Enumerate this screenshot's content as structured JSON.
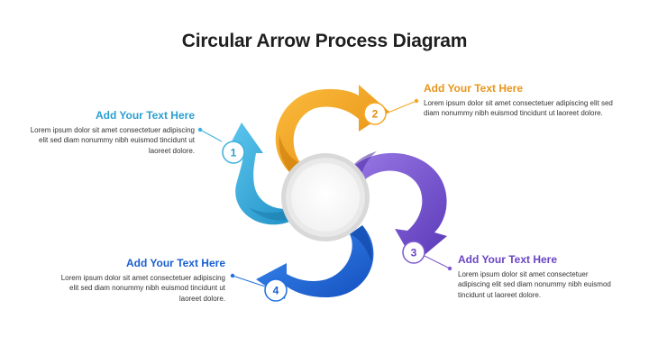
{
  "title": "Circular Arrow Process Diagram",
  "colors": {
    "step1": "#3ab0de",
    "step2": "#f6a623",
    "step3": "#7d5bd0",
    "step4": "#1f6fe0",
    "center_ring": "#e6e6e6",
    "center_fill": "#ffffff",
    "text_dark": "#1f1f1f",
    "text_body": "#333333"
  },
  "steps": [
    {
      "number": "1",
      "heading": "Add Your Text Here",
      "body": "Lorem ipsum dolor sit amet consectetuer adipiscing elit sed diam nonummy nibh euismod tincidunt ut laoreet dolore."
    },
    {
      "number": "2",
      "heading": "Add Your Text Here",
      "body": "Lorem ipsum dolor sit amet consectetuer adipiscing elit sed diam nonummy nibh euismod tincidunt ut laoreet dolore."
    },
    {
      "number": "3",
      "heading": "Add Your Text Here",
      "body": "Lorem ipsum dolor sit amet consectetuer adipiscing elit sed diam nonummy nibh euismod tincidunt ut laoreet dolore."
    },
    {
      "number": "4",
      "heading": "Add Your Text Here",
      "body": "Lorem ipsum dolor sit amet consectetuer adipiscing elit sed diam nonummy nibh euismod tincidunt ut laoreet dolore."
    }
  ]
}
